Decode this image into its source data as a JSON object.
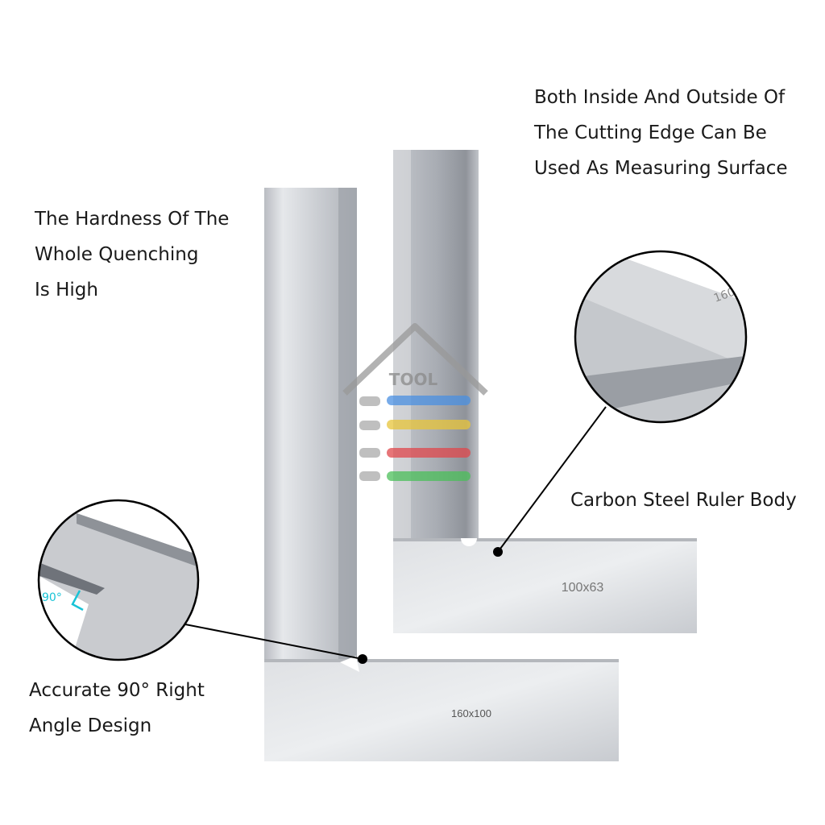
{
  "captions": {
    "top_right": [
      "Both Inside And Outside Of",
      "The Cutting Edge Can Be",
      "Used As Measuring Surface"
    ],
    "left_top": [
      "The Hardness Of The",
      "Whole Quenching",
      "Is High"
    ],
    "right_mid": "Carbon Steel Ruler Body",
    "left_bottom": [
      "Accurate 90° Right",
      "Angle Design"
    ]
  },
  "product_labels": {
    "small_square": "100x63",
    "large_square": "160x100",
    "zoom_right_marking": "160",
    "zoom_left_angle": "90°"
  },
  "watermark": {
    "text": "TOOL",
    "bar_colors": [
      "#4a90e2",
      "#e8c53a",
      "#e0474c",
      "#4bbf5a"
    ]
  },
  "colors": {
    "accent_angle": "#19c3d6"
  }
}
